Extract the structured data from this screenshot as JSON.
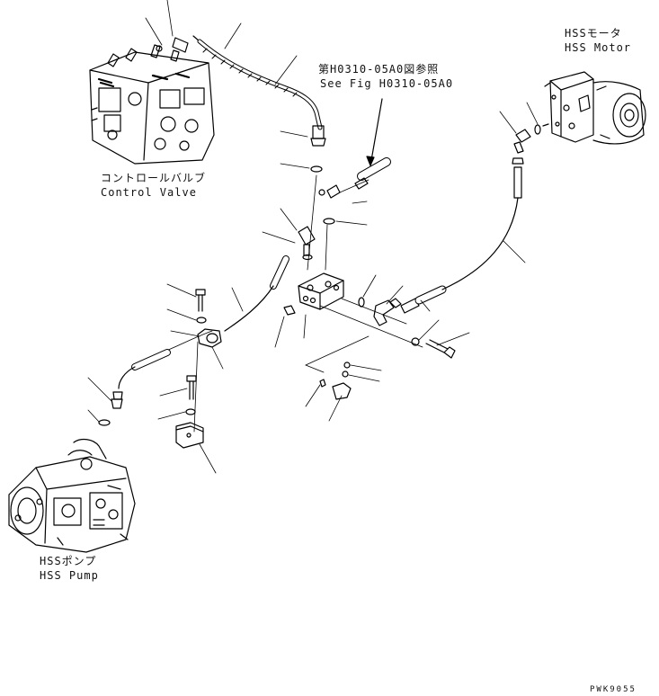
{
  "labels": {
    "control_valve_jp": "コントロールバルブ",
    "control_valve_en": "Control Valve",
    "hss_motor_jp": "HSSモータ",
    "hss_motor_en": "HSS Motor",
    "hss_pump_jp": "HSSポンプ",
    "hss_pump_en": "HSS Pump",
    "ref_jp": "第H0310-05A0図参照",
    "ref_en": "See Fig H0310-05A0",
    "drawing_id": "PWK9055"
  }
}
